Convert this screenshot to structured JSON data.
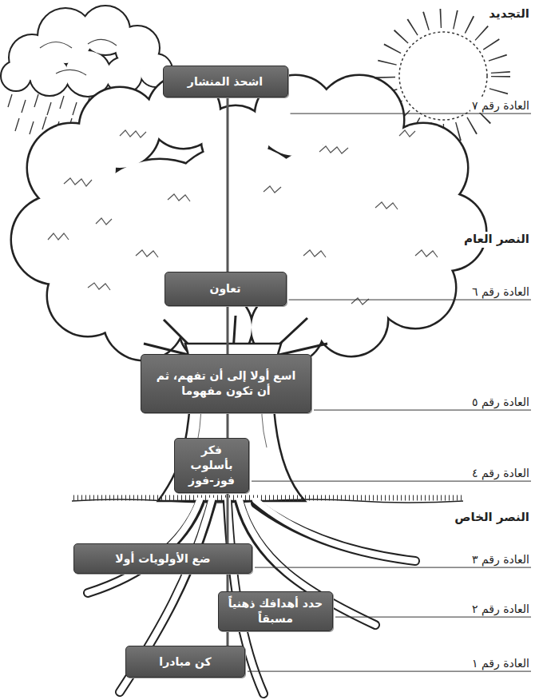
{
  "diagram": {
    "nodes": [
      {
        "text": [
          "اشحذ المنشار"
        ]
      },
      {
        "text": [
          "تعاون"
        ]
      },
      {
        "text": [
          "اسع أولا إلى أن تفهم، ثم أن تكون مفهوما"
        ]
      },
      {
        "text": [
          "فكر بأسلوب فوز-فوز"
        ]
      },
      {
        "text": [
          "ضع الأولويات أولا"
        ]
      },
      {
        "text": [
          "حدد أهدافك ذهنياً مسبقاً"
        ]
      },
      {
        "text": [
          "كن مبادرا"
        ]
      }
    ],
    "edges": [
      {
        "from": 0,
        "to": 1,
        "arrow": "none"
      },
      {
        "from": 1,
        "to": 2,
        "arrow": "none"
      },
      {
        "from": 2,
        "to": 3,
        "arrow": "none"
      },
      {
        "from": 3,
        "to": 4,
        "arrow": "none"
      },
      {
        "from": 4,
        "to": 5,
        "arrow": "none"
      },
      {
        "from": 5,
        "to": 6,
        "arrow": "none"
      }
    ],
    "labels": [
      "التجديد",
      "العادة رقم ٧",
      "النصر العام",
      "العادة رقم ٦",
      "العادة رقم ٥",
      "العادة رقم ٤",
      "النصر الخاص",
      "العادة رقم ٣",
      "العادة رقم ٢",
      "العادة رقم ١"
    ]
  }
}
